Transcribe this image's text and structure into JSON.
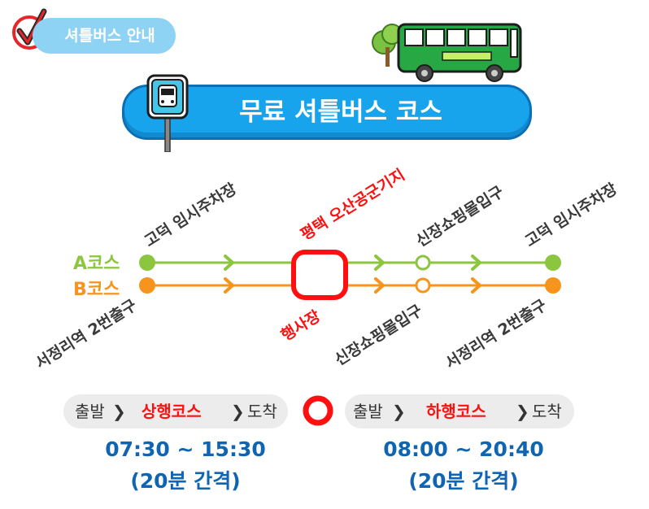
{
  "header": {
    "label": "셔틀버스 안내"
  },
  "banner": {
    "title": "무료 셔틀버스 코스"
  },
  "route": {
    "course_a": "A코스",
    "course_b": "B코스",
    "start_top": "고덕 임시주차장",
    "start_bottom": "서정리역 2번출구",
    "hub_top": "평택 오산공군기지",
    "hub_bottom": "행사장",
    "mid_top": "신장쇼핑몰입구",
    "mid_bottom": "신장쇼핑몰입구",
    "end_top": "고덕 임시주차장",
    "end_bottom": "서정리역 2번출구",
    "colors": {
      "a": "#8cc63f",
      "b": "#f7941d",
      "hub": "#ff1010"
    }
  },
  "schedule": {
    "left": {
      "from": "출발",
      "name": "상행코스",
      "to": "도착",
      "time": "07:30 ~ 15:30",
      "interval": "(20분 간격)"
    },
    "right": {
      "from": "출발",
      "name": "하행코스",
      "to": "도착",
      "time": "08:00 ~ 20:40",
      "interval": "(20분 간격)"
    }
  }
}
